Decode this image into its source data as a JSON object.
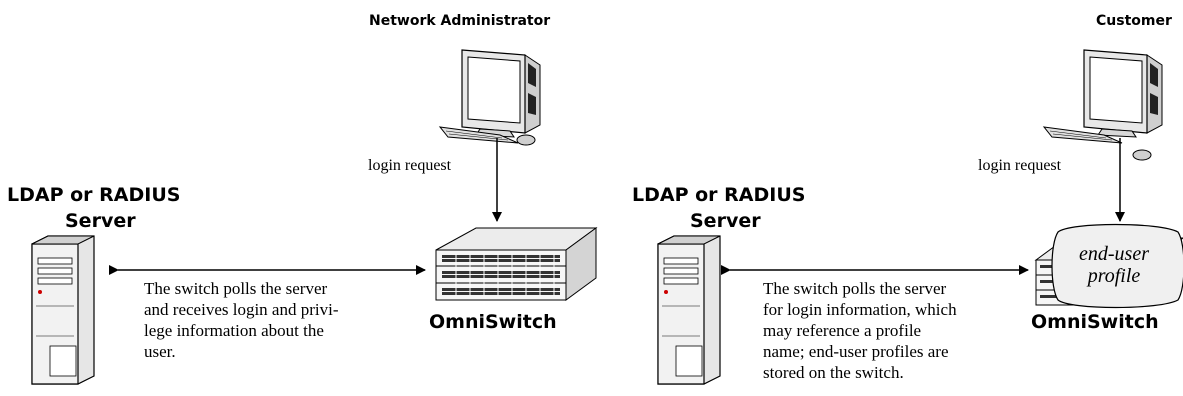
{
  "left_panel": {
    "admin_title": "Network Administrator",
    "login_label": "login request",
    "server_title_line1": "LDAP or RADIUS",
    "server_title_line2": "Server",
    "switch_label": "OmniSwitch",
    "description_lines": [
      "The switch polls the server",
      "and receives login and privi-",
      "lege information about the",
      "user."
    ]
  },
  "right_panel": {
    "customer_title": "Customer",
    "login_label": "login request",
    "server_title_line1": "LDAP or RADIUS",
    "server_title_line2": "Server",
    "switch_label": "OmniSwitch",
    "profile_line1": "end-user",
    "profile_line2": "profile",
    "description_lines": [
      "The switch polls the server",
      "for login information, which",
      "may reference a profile",
      "name; end-user profiles are",
      "stored on the switch."
    ]
  }
}
